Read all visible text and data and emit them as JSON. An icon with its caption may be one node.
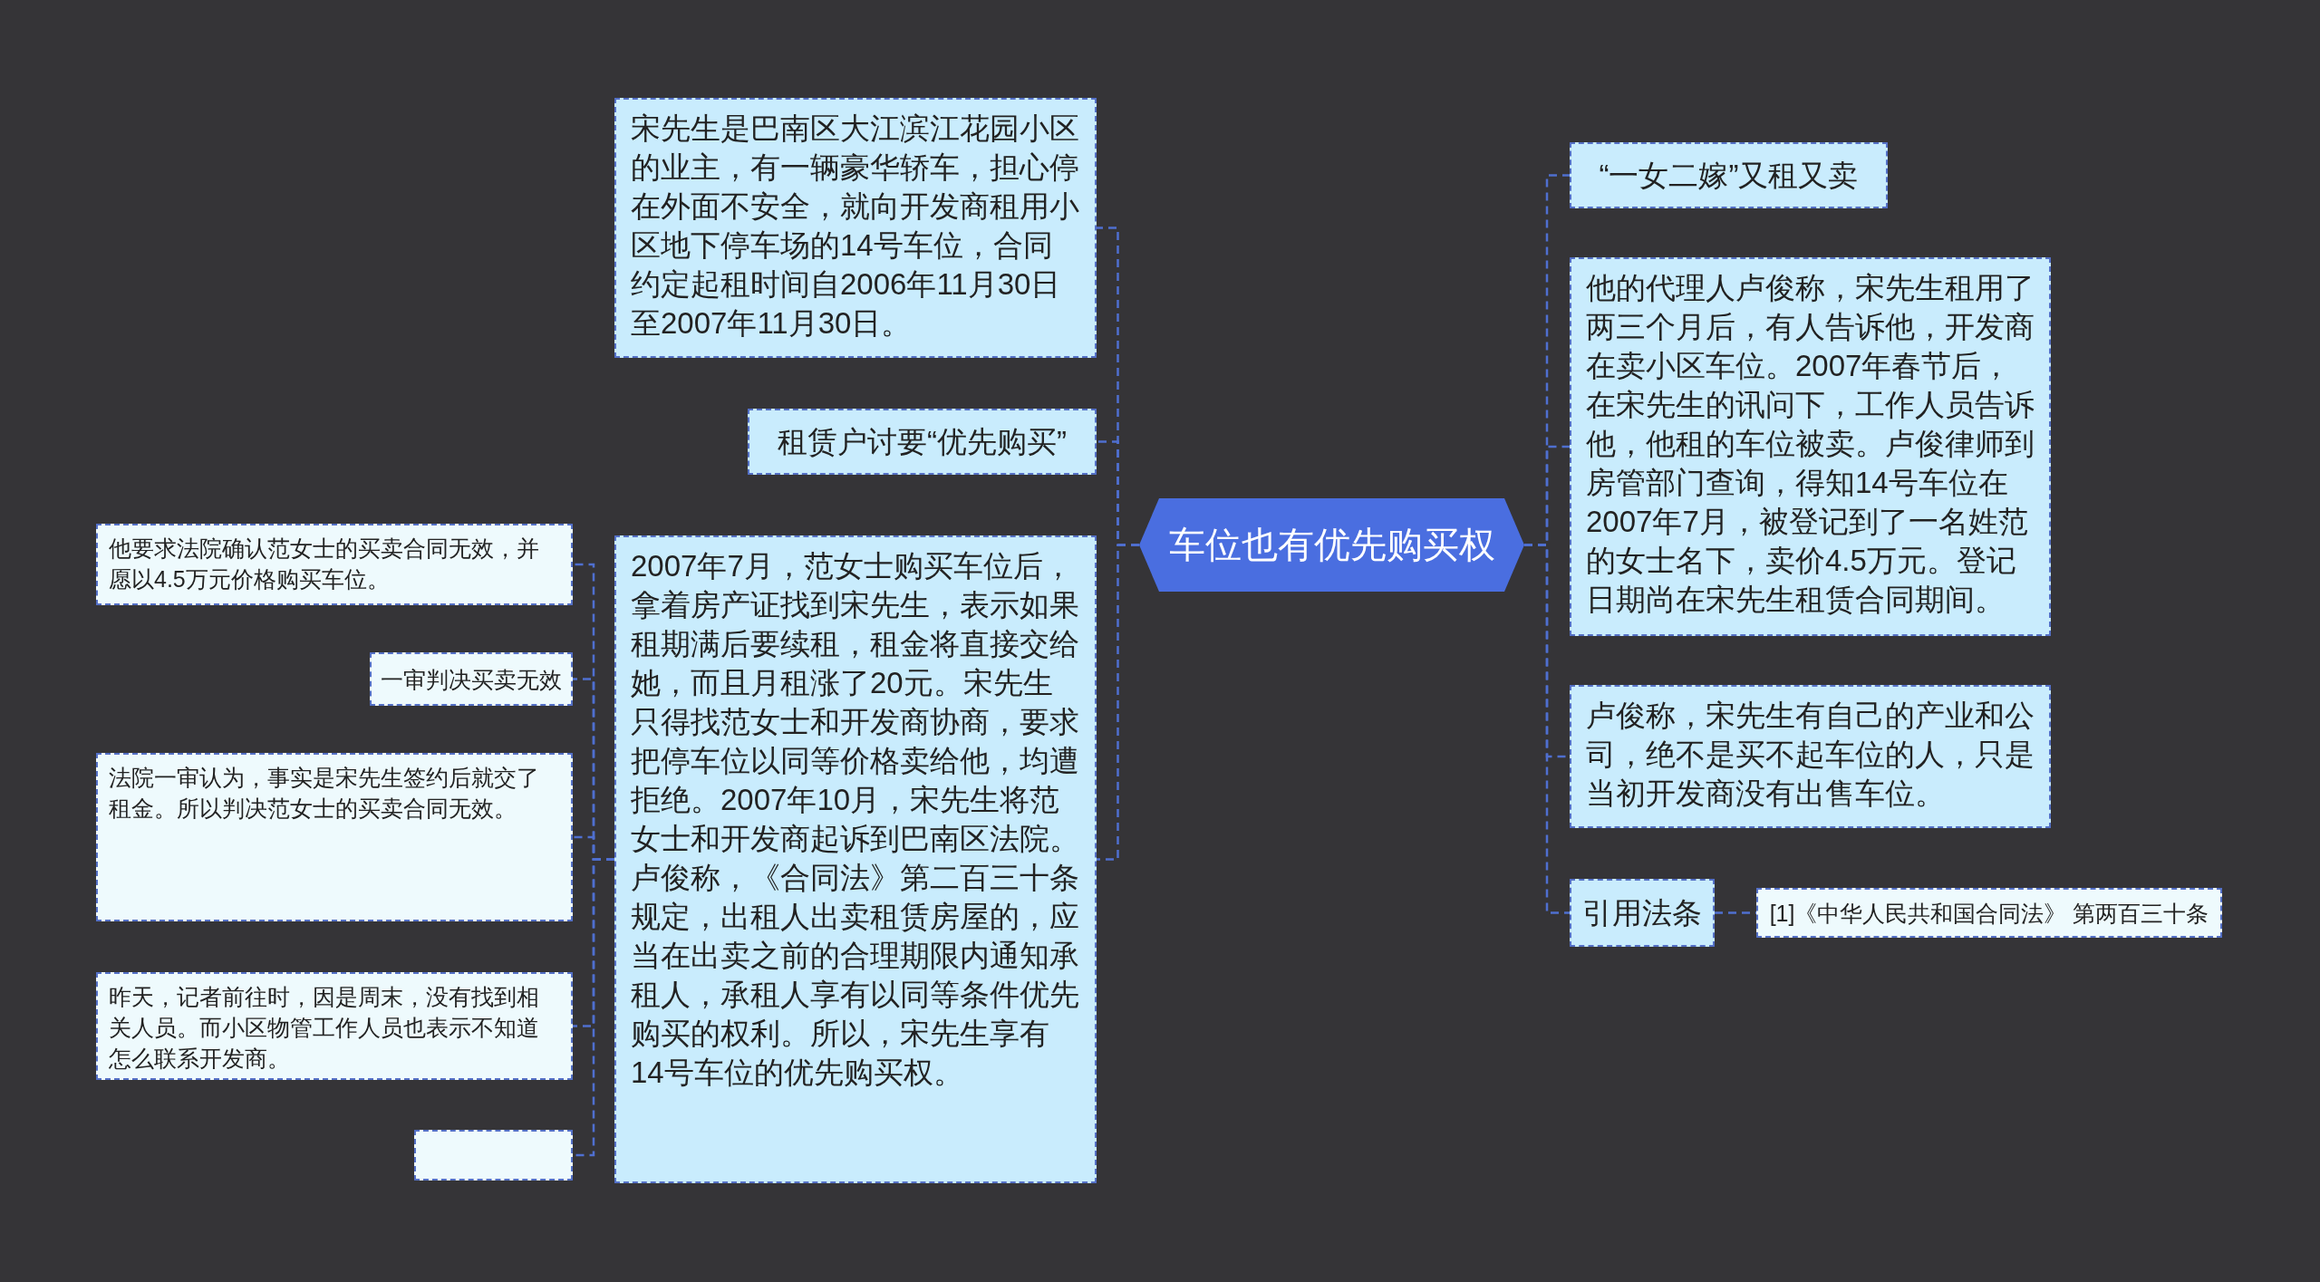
{
  "diagram": {
    "nodes": [
      {
        "text": [
          "车位也有优先购买权"
        ]
      },
      {
        "text": [
          "宋先生是巴南区大江滨江花园小区的业主，有一辆豪华轿车，担心停在外面不安全，就向开发商租用小区地下停车场的14号车位，合同约定起租时间自2006年11月30日至2007年11月30日。"
        ]
      },
      {
        "text": [
          "租赁户讨要“优先购买”"
        ]
      },
      {
        "text": [
          "2007年7月，范女士购买车位后，拿着房产证找到宋先生，表示如果租期满后要续租，租金将直接交给她，而且月租涨了20元。宋先生只得找范女士和开发商协商，要求把停车位以同等价格卖给他，均遭拒绝。2007年10月，宋先生将范女士和开发商起诉到巴南区法院。卢俊称，《合同法》第二百三十条规定，出租人出卖租赁房屋的，应当在出卖之前的合理期限内通知承租人，承租人享有以同等条件优先购买的权利。所以，宋先生享有14号车位的优先购买权。"
        ]
      },
      {
        "text": [
          "他要求法院确认范女士的买卖合同无效，并愿以4.5万元价格购买车位。"
        ]
      },
      {
        "text": [
          "一审判决买卖无效"
        ]
      },
      {
        "text": [
          "法院一审认为，事实是宋先生签约后就交了租金。所以判决范女士的买卖合同无效。"
        ]
      },
      {
        "text": [
          "昨天，记者前往时，因是周末，没有找到相关人员。而小区物管工作人员也表示不知道怎么联系开发商。"
        ]
      },
      {
        "text": [],
        "shape": "box"
      },
      {
        "text": [
          "“一女二嫁”又租又卖"
        ]
      },
      {
        "text": [
          "他的代理人卢俊称，宋先生租用了两三个月后，有人告诉他，开发商在卖小区车位。2007年春节后，在宋先生的讯问下，工作人员告诉他，他租的车位被卖。卢俊律师到房管部门查询，得知14号车位在2007年7月，被登记到了一名姓范的女士名下，卖价4.5万元。登记日期尚在宋先生租赁合同期间。"
        ]
      },
      {
        "text": [
          "卢俊称，宋先生有自己的产业和公司，绝不是买不起车位的人，只是当初开发商没有出售车位。"
        ]
      },
      {
        "text": [
          "引用法条"
        ]
      },
      {
        "text": [
          "[1]《中华人民共和国合同法》 第两百三十条"
        ]
      }
    ],
    "edges": [
      {
        "from": 0,
        "to": 1,
        "arrow": "none",
        "style": "dashed"
      },
      {
        "from": 0,
        "to": 2,
        "arrow": "none",
        "style": "dashed"
      },
      {
        "from": 0,
        "to": 3,
        "arrow": "none",
        "style": "dashed"
      },
      {
        "from": 3,
        "to": 4,
        "arrow": "none",
        "style": "dashed"
      },
      {
        "from": 3,
        "to": 5,
        "arrow": "none",
        "style": "dashed"
      },
      {
        "from": 3,
        "to": 6,
        "arrow": "none",
        "style": "dashed"
      },
      {
        "from": 3,
        "to": 7,
        "arrow": "none",
        "style": "dashed"
      },
      {
        "from": 3,
        "to": 8,
        "arrow": "none",
        "style": "dashed"
      },
      {
        "from": 0,
        "to": 9,
        "arrow": "none",
        "style": "dashed"
      },
      {
        "from": 0,
        "to": 10,
        "arrow": "none",
        "style": "dashed"
      },
      {
        "from": 0,
        "to": 11,
        "arrow": "none",
        "style": "dashed"
      },
      {
        "from": 0,
        "to": 12,
        "arrow": "none",
        "style": "dashed"
      },
      {
        "from": 12,
        "to": 13,
        "arrow": "none",
        "style": "dashed"
      }
    ]
  }
}
